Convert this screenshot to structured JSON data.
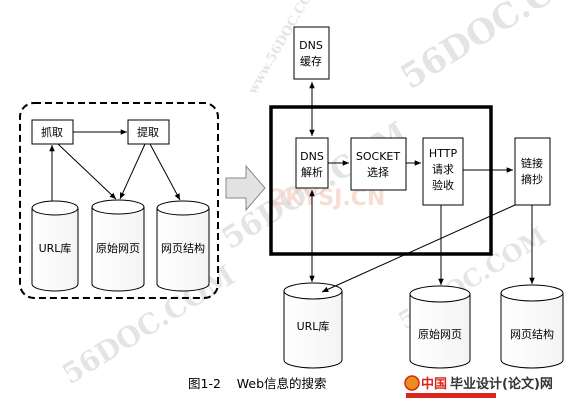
{
  "left_panel": {
    "fetch": "抓取",
    "extract": "提取",
    "url_db": "URL库",
    "raw_pages": "原始网页",
    "page_structure": "网页结构"
  },
  "right_panel": {
    "dns_cache": [
      "DNS",
      "缓存"
    ],
    "dns_resolve": [
      "DNS",
      "解析"
    ],
    "socket_select": [
      "SOCKET",
      "选择"
    ],
    "http_check": [
      "HTTP",
      "请求",
      "验收"
    ],
    "link_extract": [
      "链接",
      "摘抄"
    ],
    "url_db": "URL库",
    "raw_pages": "原始网页",
    "page_structure": "网页结构"
  },
  "caption": "图1-2    Web信息的搜索",
  "watermarks": {
    "primary": "56DOC.COM",
    "secondary": "56DOC.COM",
    "site": "www.56DOC.COM",
    "mid": "2KYSJ.CN"
  },
  "logo": {
    "prefix": "中国",
    "text": "毕业设计(论文)网",
    "brand_color": "#d9251c"
  }
}
